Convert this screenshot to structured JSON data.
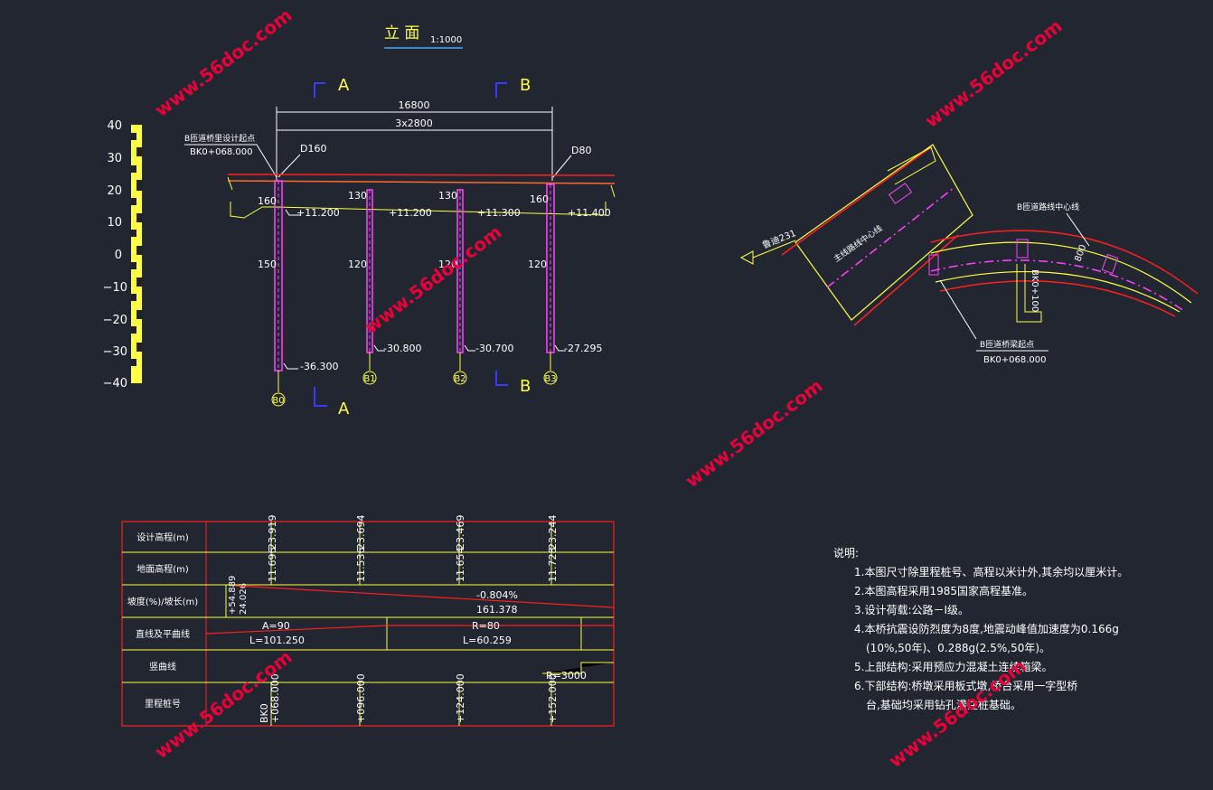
{
  "elevation": {
    "title": "立 面",
    "scale": "1:1000",
    "section_a": "A",
    "section_b": "B",
    "dim_total": "16800",
    "dim_spans": "3x2800",
    "start_label": "B匝道桥里设计起点",
    "start_station": "BK0+068.000",
    "joint_left": "D160",
    "joint_right": "D80",
    "ruler_ticks": [
      "40",
      "30",
      "20",
      "10",
      "0",
      "−10",
      "−20",
      "−30",
      "−40"
    ],
    "piers": [
      {
        "id": "B0",
        "top_dim": "160",
        "mid_dim": "150",
        "elev_top": "+11.200",
        "elev_bottom": "-36.300"
      },
      {
        "id": "B1",
        "top_dim": "130",
        "mid_dim": "120",
        "elev_top": "+11.200",
        "elev_bottom": "-30.800"
      },
      {
        "id": "B2",
        "top_dim": "130",
        "mid_dim": "120",
        "elev_top": "+11.300",
        "elev_bottom": "-30.700"
      },
      {
        "id": "B3",
        "top_dim": "160",
        "mid_dim": "120",
        "elev_top": "+11.400",
        "elev_bottom": "-27.295"
      }
    ]
  },
  "plan": {
    "direction_label": "鲁迪231",
    "main_centerline": "主线路线中心线",
    "ramp_centerline": "B匝道路线中心线",
    "width_dim": "800",
    "station": "BK0+100",
    "start_label": "B匝道桥梁起点",
    "start_station": "BK0+068.000"
  },
  "profile_table": {
    "row_labels": [
      "设计高程(m)",
      "地面高程(m)",
      "坡度(%)/坡长(m)",
      "直线及平曲线",
      "竖曲线",
      "里程桩号"
    ],
    "design_elev": [
      "23.919",
      "23.694",
      "23.469",
      "23.244"
    ],
    "ground_elev": [
      "11.696",
      "11.536",
      "11.654",
      "11.728"
    ],
    "grade_left_1": "+54.889",
    "grade_left_2": "24.026",
    "grade": "-0.804%",
    "grade_length": "161.378",
    "curve1_a": "A=90",
    "curve1_l": "L=101.250",
    "curve2_r": "R=80",
    "curve2_l": "L=60.259",
    "vertical_r": "R=3000",
    "stations": [
      "BK0\n+068.000",
      "+096.000",
      "+124.000",
      "+152.000"
    ],
    "station_first_a": "BK0",
    "station_first_b": "+068.000"
  },
  "notes": {
    "heading": "说明:",
    "lines": [
      "1.本图尺寸除里程桩号、高程以米计外,其余均以厘米计。",
      "2.本图高程采用1985国家高程基准。",
      "3.设计荷载:公路－I级。",
      "4.本桥抗震设防烈度为8度,地震动峰值加速度为0.166g",
      "(10%,50年)、0.288g(2.5%,50年)。",
      "5.上部结构:采用预应力混凝土连续箱梁。",
      "6.下部结构:桥墩采用板式墩,桥台采用一字型桥",
      "台,基础均采用钻孔灌注桩基础。"
    ]
  },
  "watermark": "www.56doc.com",
  "colors": {
    "background": "#212631",
    "yellow": "#ffff44",
    "magenta": "#ff44ff",
    "red": "#ff2020",
    "white": "#ffffff",
    "blue": "#3a3aff",
    "watermark": "#e8003a"
  }
}
